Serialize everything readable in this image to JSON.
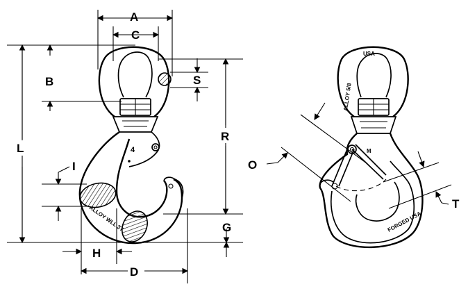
{
  "dimensions": {
    "A": "A",
    "C": "C",
    "B": "B",
    "S": "S",
    "R": "R",
    "L": "L",
    "I": "I",
    "G": "G",
    "H": "H",
    "D": "D",
    "O": "O",
    "T": "T"
  },
  "markings": {
    "usa": "USA",
    "alloy": "ALLOY 5/8",
    "grade": "4",
    "shank_m": "M",
    "alloy_wll": "ALLOY WLL 3T",
    "forged": "FORGED USA"
  },
  "colors": {
    "line": "#000000",
    "background": "#ffffff"
  }
}
